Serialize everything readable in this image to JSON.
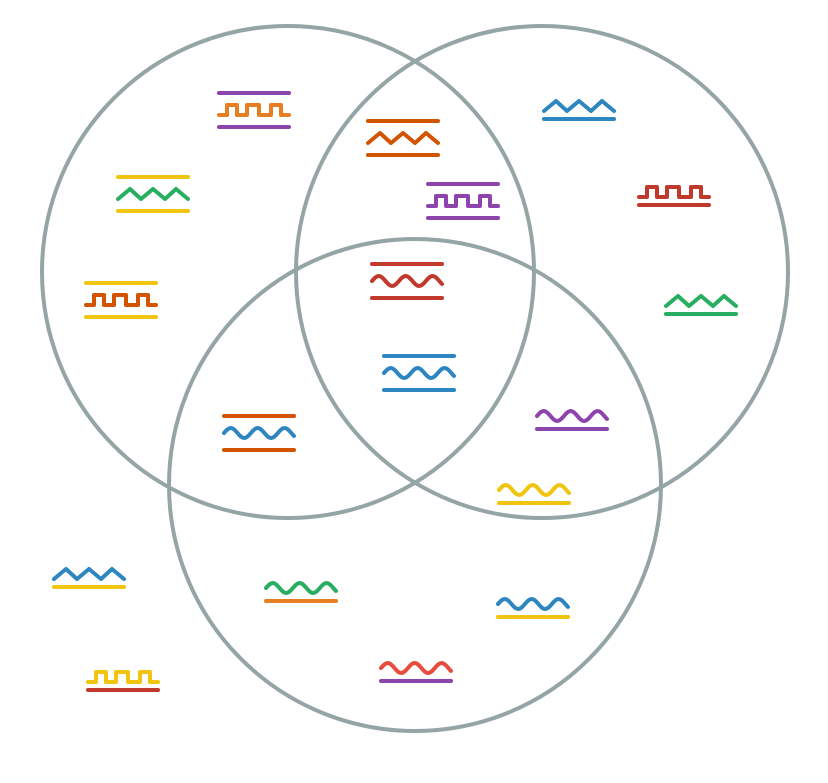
{
  "colors": {
    "circle_stroke": "#95a5a6",
    "background": "#ffffff"
  },
  "sets": [
    {
      "name": "circle-top-left"
    },
    {
      "name": "circle-top-right"
    },
    {
      "name": "circle-bottom"
    }
  ],
  "glyphs": [
    {
      "region": "left-only",
      "line_style": "double-bars",
      "wave": "square",
      "line_color": "#8e44ad",
      "wave_color": "#e67e22"
    },
    {
      "region": "left-only",
      "line_style": "double-bars",
      "wave": "triangle",
      "line_color": "#f1c40f",
      "wave_color": "#27ae60"
    },
    {
      "region": "left-only",
      "line_style": "double-bars",
      "wave": "square",
      "line_color": "#f1c40f",
      "wave_color": "#d35400"
    },
    {
      "region": "left-right",
      "line_style": "double-bars",
      "wave": "triangle",
      "line_color": "#d35400",
      "wave_color": "#d35400"
    },
    {
      "region": "left-right",
      "line_style": "double-bars",
      "wave": "square",
      "line_color": "#8e44ad",
      "wave_color": "#8e44ad"
    },
    {
      "region": "left-right-bottom",
      "line_style": "double-bars",
      "wave": "sine",
      "line_color": "#c0392b",
      "wave_color": "#c0392b"
    },
    {
      "region": "left-right-bottom",
      "line_style": "double-bars",
      "wave": "sine",
      "line_color": "#2e86c1",
      "wave_color": "#2e86c1"
    },
    {
      "region": "right-only",
      "line_style": "single-bar",
      "wave": "triangle",
      "line_color": "#2e86c1",
      "wave_color": "#2e86c1"
    },
    {
      "region": "right-only",
      "line_style": "single-bar",
      "wave": "square",
      "line_color": "#c0392b",
      "wave_color": "#c0392b"
    },
    {
      "region": "right-only",
      "line_style": "single-bar",
      "wave": "triangle",
      "line_color": "#27ae60",
      "wave_color": "#27ae60"
    },
    {
      "region": "left-bottom",
      "line_style": "double-bars",
      "wave": "sine",
      "line_color": "#d35400",
      "wave_color": "#2e86c1"
    },
    {
      "region": "right-bottom",
      "line_style": "single-bar",
      "wave": "sine",
      "line_color": "#8e44ad",
      "wave_color": "#8e44ad"
    },
    {
      "region": "right-bottom",
      "line_style": "single-bar",
      "wave": "sine",
      "line_color": "#f1c40f",
      "wave_color": "#f1c40f"
    },
    {
      "region": "bottom-only",
      "line_style": "single-bar",
      "wave": "sine",
      "line_color": "#e67e22",
      "wave_color": "#27ae60"
    },
    {
      "region": "bottom-only",
      "line_style": "single-bar",
      "wave": "sine",
      "line_color": "#f1c40f",
      "wave_color": "#2e86c1"
    },
    {
      "region": "bottom-only",
      "line_style": "single-bar",
      "wave": "sine",
      "line_color": "#8e44ad",
      "wave_color": "#e74c3c"
    },
    {
      "region": "outside",
      "line_style": "single-bar",
      "wave": "triangle",
      "line_color": "#f1c40f",
      "wave_color": "#2e86c1"
    },
    {
      "region": "outside",
      "line_style": "single-bar",
      "wave": "square",
      "line_color": "#c0392b",
      "wave_color": "#f1c40f"
    }
  ]
}
